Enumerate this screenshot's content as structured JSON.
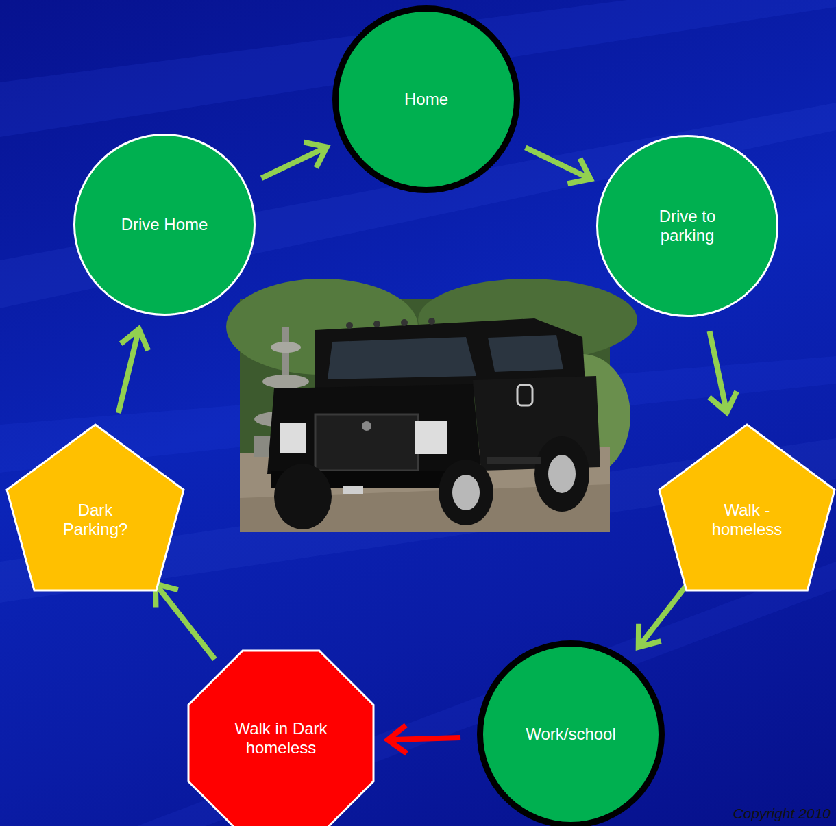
{
  "diagram": {
    "nodes": [
      {
        "text": [
          "Home"
        ]
      },
      {
        "text": [
          "Drive to parking"
        ]
      },
      {
        "text": [
          "Walk - homeless"
        ]
      },
      {
        "text": [
          "Work/school"
        ]
      },
      {
        "text": [
          "Walk in Dark homeless"
        ]
      },
      {
        "text": [
          "Dark Parking?"
        ]
      },
      {
        "text": [
          "Drive Home"
        ]
      }
    ],
    "edges": [
      {
        "from": 0,
        "to": 1,
        "arrow": "to"
      },
      {
        "from": 1,
        "to": 2,
        "arrow": "to"
      },
      {
        "from": 2,
        "to": 3,
        "arrow": "to"
      },
      {
        "from": 3,
        "to": 4,
        "arrow": "to"
      },
      {
        "from": 4,
        "to": 5,
        "arrow": "to"
      },
      {
        "from": 5,
        "to": 6,
        "arrow": "to"
      },
      {
        "from": 6,
        "to": 0,
        "arrow": "to"
      }
    ],
    "labels": [
      "Copyright 2010"
    ]
  }
}
